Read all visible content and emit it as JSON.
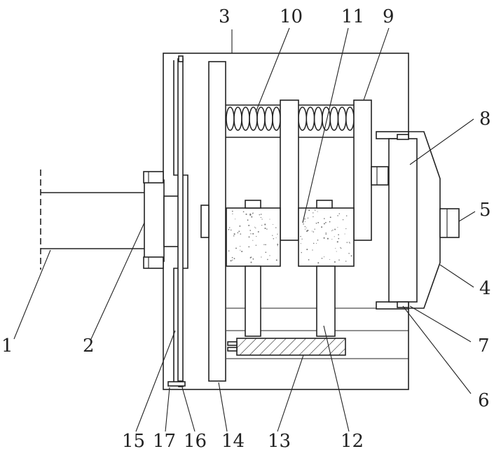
{
  "labels": {
    "l1": "1",
    "l2": "2",
    "l3": "3",
    "l4": "4",
    "l5": "5",
    "l6": "6",
    "l7": "7",
    "l8": "8",
    "l9": "9",
    "l10": "10",
    "l11": "11",
    "l12": "12",
    "l13": "13",
    "l14": "14",
    "l15": "15",
    "l16": "16",
    "l17": "17"
  },
  "colors": {
    "line": "#222222",
    "background": "#ffffff",
    "speckle": "#777777"
  }
}
